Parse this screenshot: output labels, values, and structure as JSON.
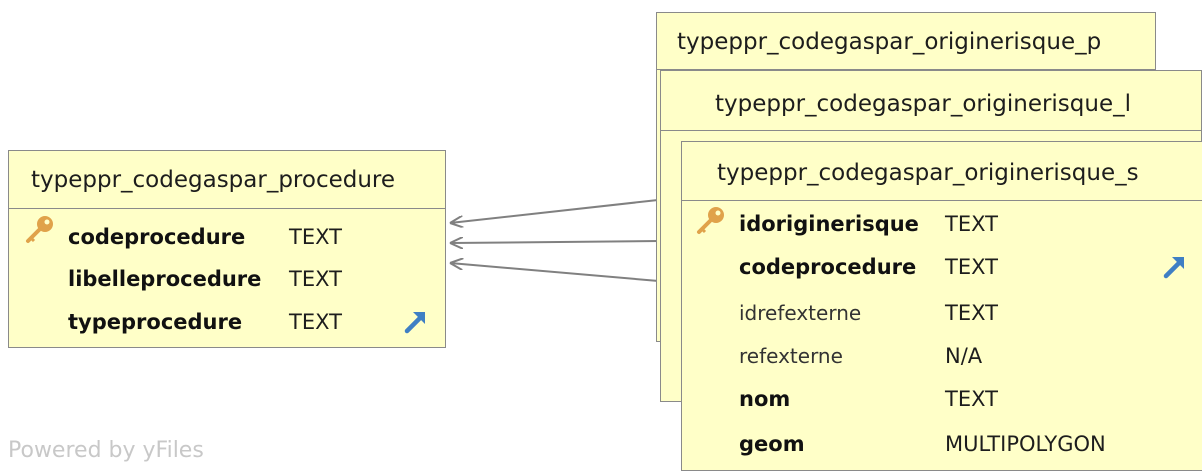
{
  "tables": {
    "procedure": {
      "name": "typeppr_codegaspar_procedure",
      "columns": [
        {
          "name": "codeprocedure",
          "type": "TEXT"
        },
        {
          "name": "libelleprocedure",
          "type": "TEXT"
        },
        {
          "name": "typeprocedure",
          "type": "TEXT"
        }
      ]
    },
    "originerisque_p": {
      "name": "typeppr_codegaspar_originerisque_p"
    },
    "originerisque_l": {
      "name": "typeppr_codegaspar_originerisque_l"
    },
    "originerisque_s": {
      "name": "typeppr_codegaspar_originerisque_s",
      "columns": [
        {
          "name": "idoriginerisque",
          "type": "TEXT"
        },
        {
          "name": "codeprocedure",
          "type": "TEXT"
        },
        {
          "name": "idrefexterne",
          "type": "TEXT"
        },
        {
          "name": "refexterne",
          "type": "N/A"
        },
        {
          "name": "nom",
          "type": "TEXT"
        },
        {
          "name": "geom",
          "type": "MULTIPOLYGON"
        }
      ]
    }
  },
  "icons": {
    "primary_key": "key-icon",
    "foreign_key": "foreign-key-arrow-icon"
  },
  "colors": {
    "table_fill": "#ffffc8",
    "table_border": "#8a8a8a",
    "edge": "#808080",
    "key": "#e0a24a",
    "fk_arrow": "#3f7fc4"
  },
  "watermark": "Powered by yFiles"
}
